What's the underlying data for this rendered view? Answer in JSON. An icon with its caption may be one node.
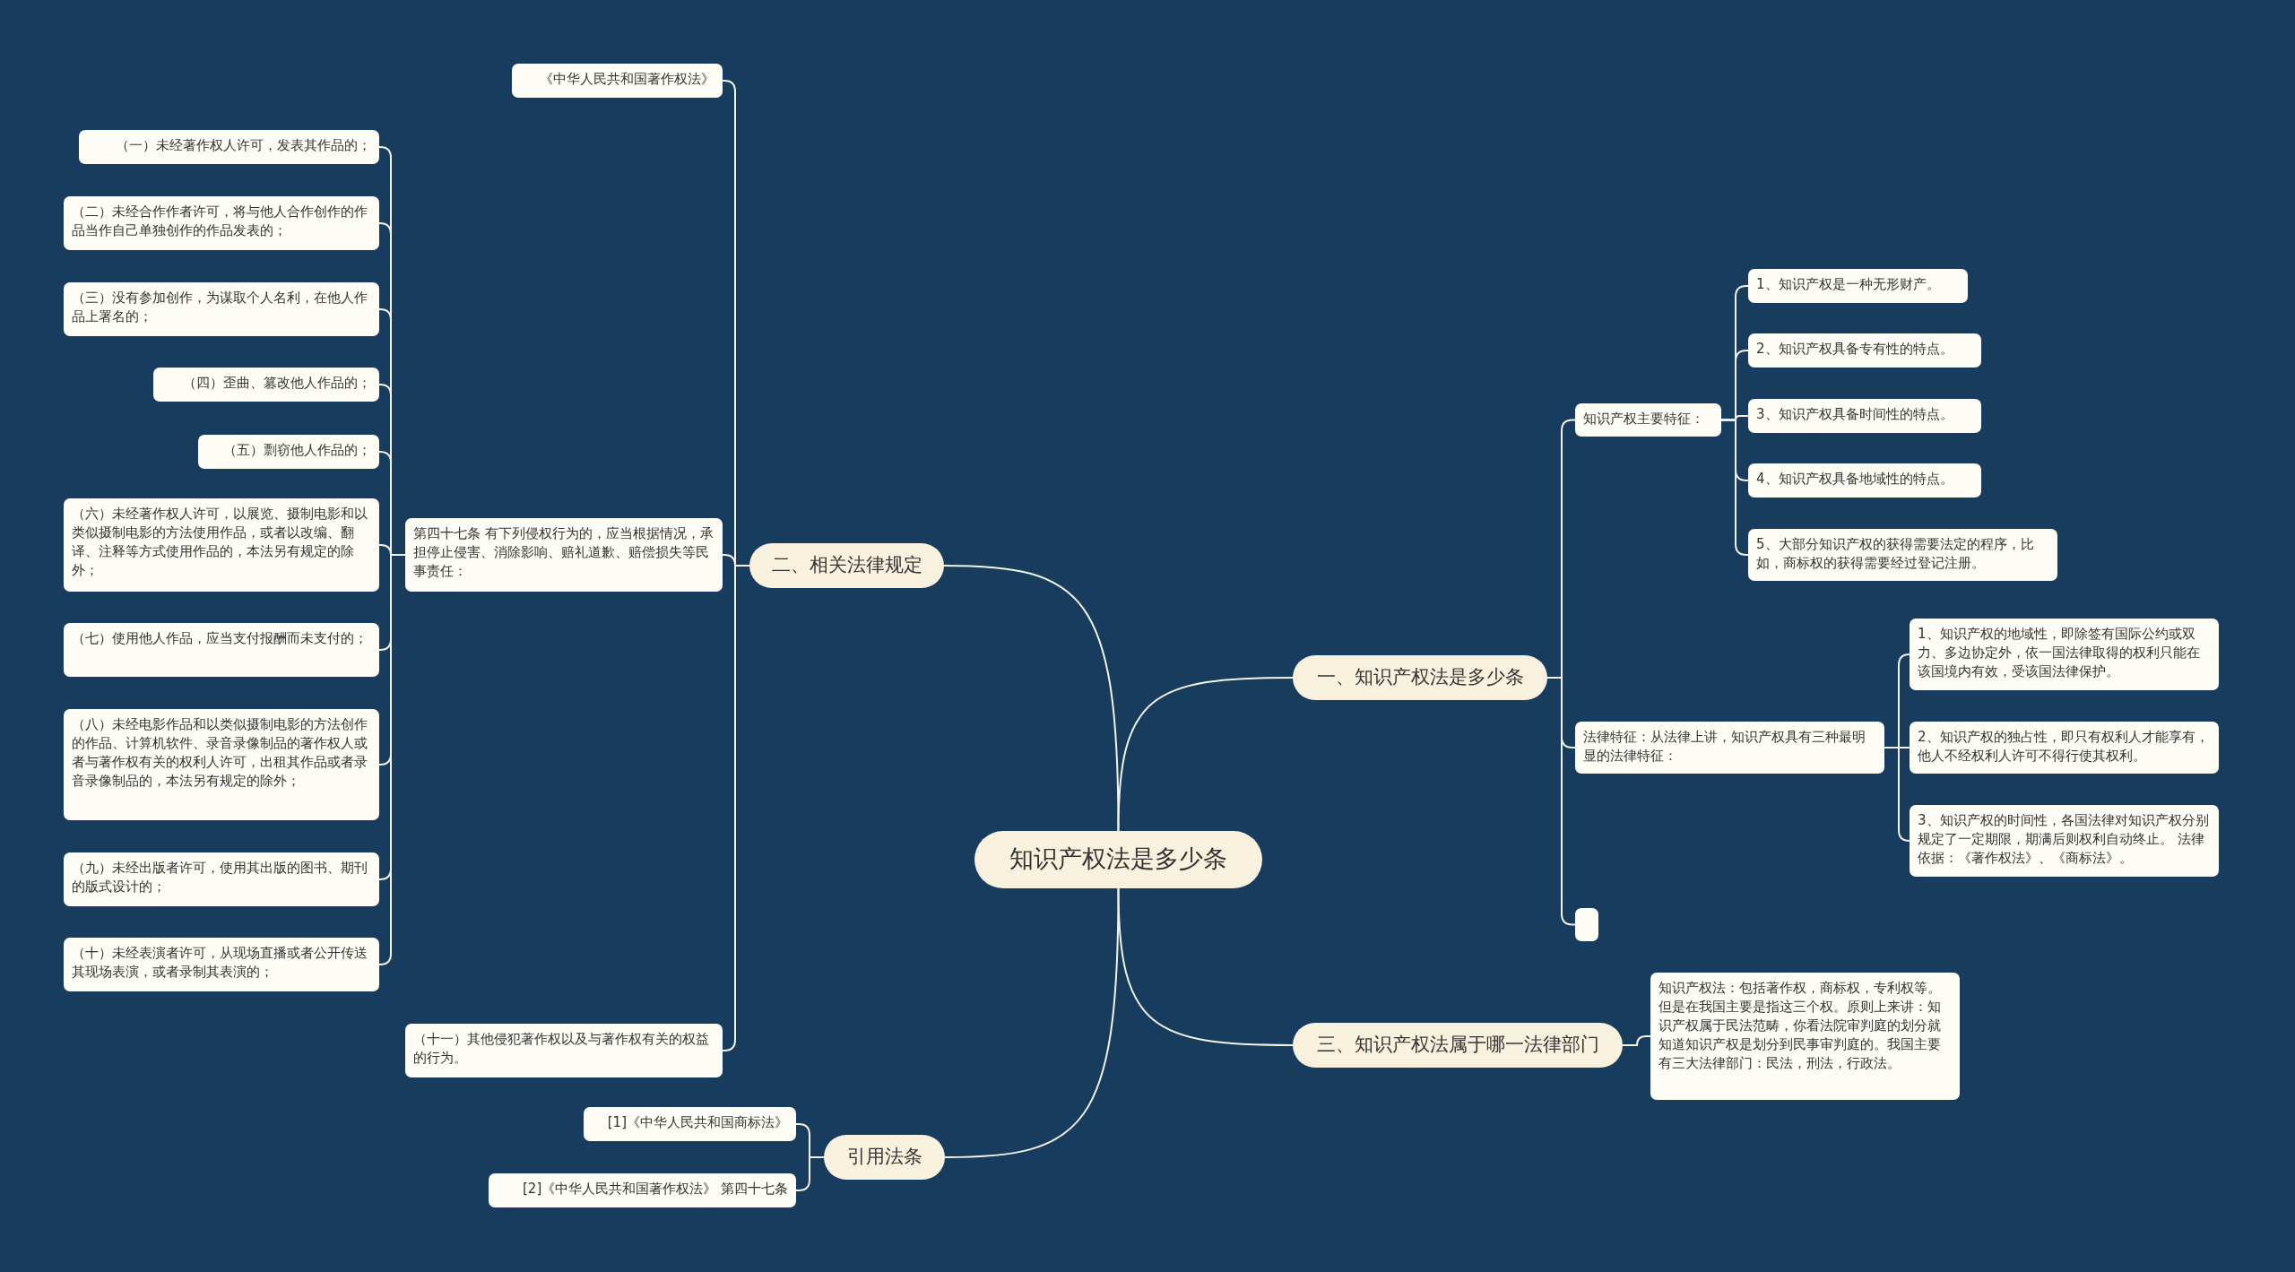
{
  "diagram": {
    "nodes": [
      {
        "text": [
          "知识产权法是多少条"
        ]
      },
      {
        "text": [
          "一、知识产权法是多少条"
        ]
      },
      {
        "text": [
          "知识产权主要特征："
        ]
      },
      {
        "text": [
          "1、知识产权是一种无形财产。"
        ]
      },
      {
        "text": [
          "2、知识产权具备专有性的特点。"
        ]
      },
      {
        "text": [
          "3、知识产权具备时间性的特点。"
        ]
      },
      {
        "text": [
          "4、知识产权具备地域性的特点。"
        ]
      },
      {
        "text": [
          "5、大部分知识产权的获得需要法定的程序，比如，商标权的获得需要经过登记注册。"
        ]
      },
      {
        "text": [
          "法律特征：从法律上讲，知识产权具有三种最明显的法律特征："
        ]
      },
      {
        "text": [
          "1、知识产权的地域性，即除签有国际公约或双力、多边协定外，依一国法律取得的权利只能在该国境内有效，受该国法律保护。"
        ]
      },
      {
        "text": [
          "2、知识产权的独占性，即只有权利人才能享有，他人不经权利人许可不得行使其权利。"
        ]
      },
      {
        "text": [
          "3、知识产权的时间性，各国法律对知识产权分别规定了一定期限，期满后则权利自动终止。 法律依据：《著作权法》、《商标法》。"
        ]
      },
      {
        "text": [],
        "shape": "box"
      },
      {
        "text": [
          "三、知识产权法属于哪一法律部门"
        ]
      },
      {
        "text": [
          "知识产权法：包括著作权，商标权，专利权等。但是在我国主要是指这三个权。原则上来讲：知识产权属于民法范畴，你看法院审判庭的划分就知道知识产权是划分到民事审判庭的。我国主要有三大法律部门：民法，刑法，行政法。"
        ]
      },
      {
        "text": [
          "二、相关法律规定"
        ]
      },
      {
        "text": [
          "《中华人民共和国著作权法》"
        ]
      },
      {
        "text": [
          "第四十七条 有下列侵权行为的，应当根据情况，承担停止侵害、消除影响、赔礼道歉、赔偿损失等民事责任："
        ]
      },
      {
        "text": [
          "（一）未经著作权人许可，发表其作品的；"
        ]
      },
      {
        "text": [
          "（二）未经合作作者许可，将与他人合作创作的作品当作自己单独创作的作品发表的；"
        ]
      },
      {
        "text": [
          "（三）没有参加创作，为谋取个人名利，在他人作品上署名的；"
        ]
      },
      {
        "text": [
          "（四）歪曲、篡改他人作品的；"
        ]
      },
      {
        "text": [
          "（五）剽窃他人作品的；"
        ]
      },
      {
        "text": [
          "（六）未经著作权人许可，以展览、摄制电影和以类似摄制电影的方法使用作品，或者以改编、翻译、注释等方式使用作品的，本法另有规定的除外；"
        ]
      },
      {
        "text": [
          "（七）使用他人作品，应当支付报酬而未支付的；"
        ]
      },
      {
        "text": [
          "（八）未经电影作品和以类似摄制电影的方法创作的作品、计算机软件、录音录像制品的著作权人或者与著作权有关的权利人许可，出租其作品或者录音录像制品的，本法另有规定的除外；"
        ]
      },
      {
        "text": [
          "（九）未经出版者许可，使用其出版的图书、期刊的版式设计的；"
        ]
      },
      {
        "text": [
          "（十）未经表演者许可，从现场直播或者公开传送其现场表演，或者录制其表演的；"
        ]
      },
      {
        "text": [
          "（十一）其他侵犯著作权以及与著作权有关的权益的行为。"
        ]
      },
      {
        "text": [
          "引用法条"
        ]
      },
      {
        "text": [
          "[1]《中华人民共和国商标法》"
        ]
      },
      {
        "text": [
          "[2]《中华人民共和国著作权法》 第四十七条"
        ]
      }
    ],
    "edges": [
      {
        "from": 0,
        "to": 1,
        "arrow": "none"
      },
      {
        "from": 0,
        "to": 13,
        "arrow": "none"
      },
      {
        "from": 0,
        "to": 15,
        "arrow": "none"
      },
      {
        "from": 0,
        "to": 29,
        "arrow": "none"
      },
      {
        "from": 1,
        "to": 2,
        "arrow": "none"
      },
      {
        "from": 1,
        "to": 8,
        "arrow": "none"
      },
      {
        "from": 1,
        "to": 12,
        "arrow": "none"
      },
      {
        "from": 2,
        "to": 3,
        "arrow": "none"
      },
      {
        "from": 2,
        "to": 4,
        "arrow": "none"
      },
      {
        "from": 2,
        "to": 5,
        "arrow": "none"
      },
      {
        "from": 2,
        "to": 6,
        "arrow": "none"
      },
      {
        "from": 2,
        "to": 7,
        "arrow": "none"
      },
      {
        "from": 8,
        "to": 9,
        "arrow": "none"
      },
      {
        "from": 8,
        "to": 10,
        "arrow": "none"
      },
      {
        "from": 8,
        "to": 11,
        "arrow": "none"
      },
      {
        "from": 13,
        "to": 14,
        "arrow": "none"
      },
      {
        "from": 15,
        "to": 16,
        "arrow": "none"
      },
      {
        "from": 15,
        "to": 17,
        "arrow": "none"
      },
      {
        "from": 15,
        "to": 28,
        "arrow": "none"
      },
      {
        "from": 17,
        "to": 18,
        "arrow": "none"
      },
      {
        "from": 17,
        "to": 19,
        "arrow": "none"
      },
      {
        "from": 17,
        "to": 20,
        "arrow": "none"
      },
      {
        "from": 17,
        "to": 21,
        "arrow": "none"
      },
      {
        "from": 17,
        "to": 22,
        "arrow": "none"
      },
      {
        "from": 17,
        "to": 23,
        "arrow": "none"
      },
      {
        "from": 17,
        "to": 24,
        "arrow": "none"
      },
      {
        "from": 17,
        "to": 25,
        "arrow": "none"
      },
      {
        "from": 17,
        "to": 26,
        "arrow": "none"
      },
      {
        "from": 17,
        "to": 27,
        "arrow": "none"
      },
      {
        "from": 29,
        "to": 30,
        "arrow": "none"
      },
      {
        "from": 29,
        "to": 31,
        "arrow": "none"
      }
    ]
  }
}
